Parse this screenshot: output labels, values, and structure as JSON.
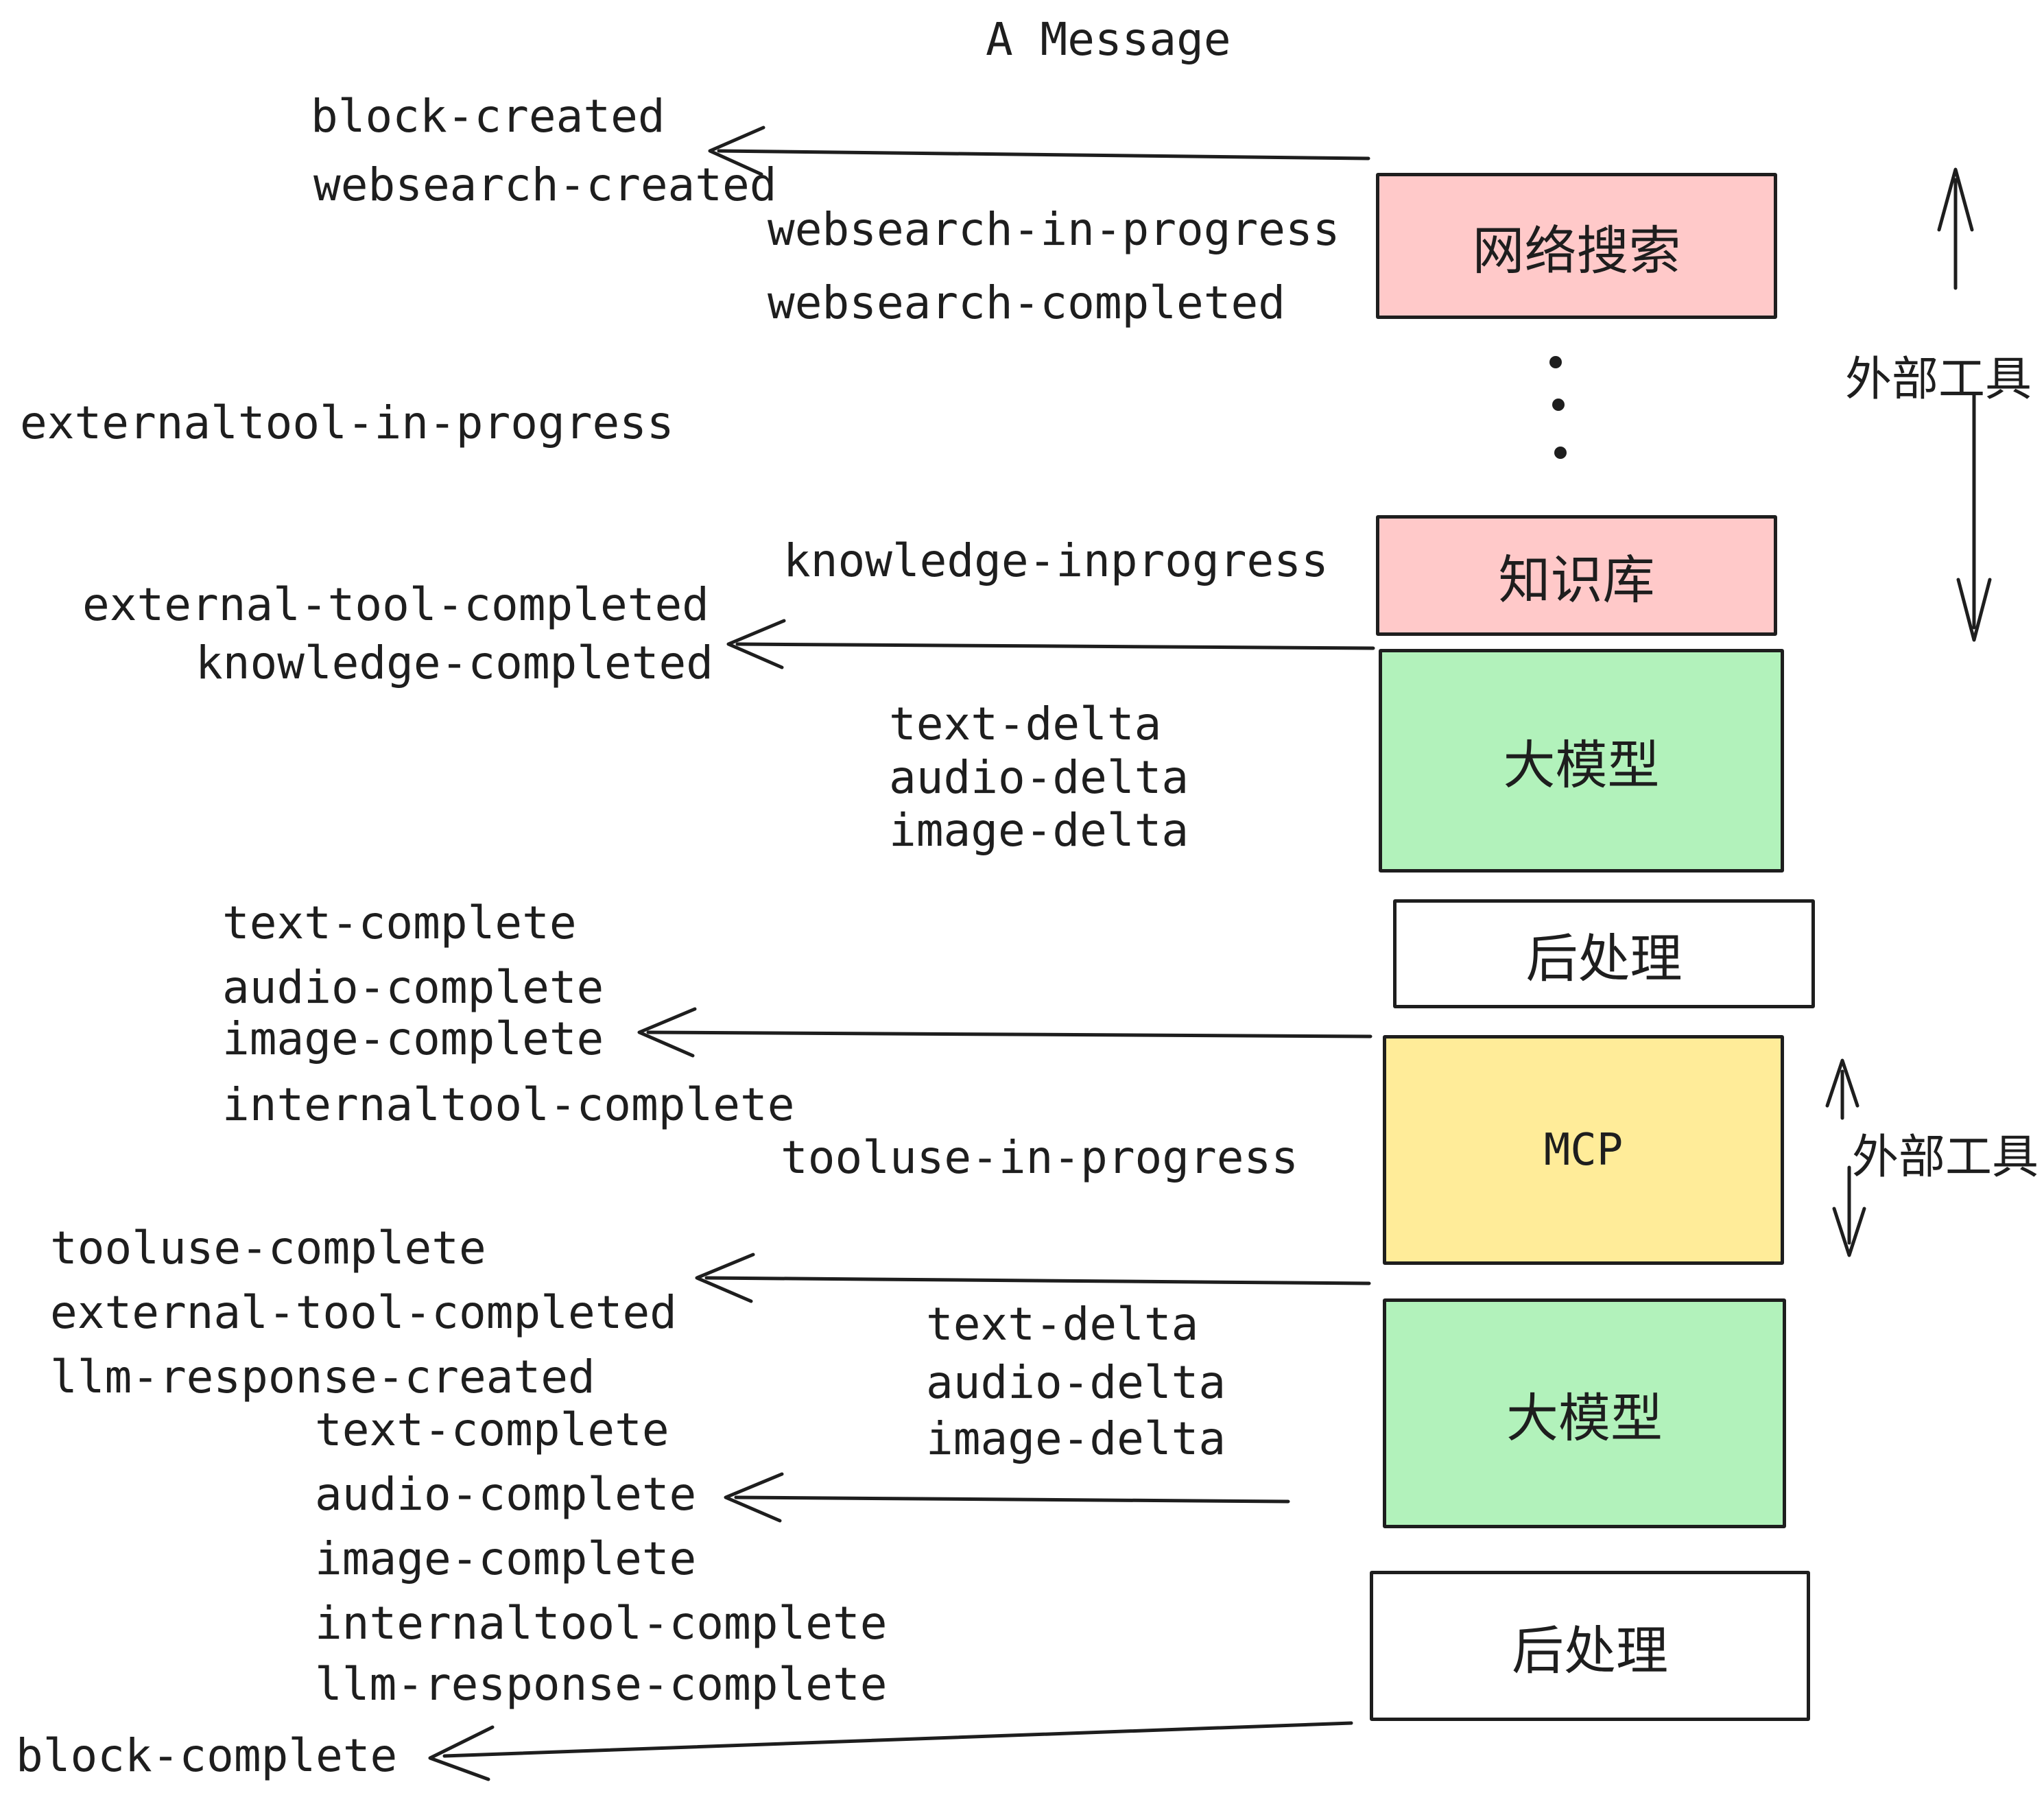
{
  "title": "A Message",
  "colors": {
    "pink": "#ffc9c9",
    "green": "#b2f2bb",
    "yellow": "#ffec99",
    "ink": "#1e1e1e",
    "background": "#ffffff"
  },
  "boxes": {
    "websearch": "网络搜索",
    "knowledge": "知识库",
    "llm1": "大模型",
    "post1": "后处理",
    "mcp": "MCP",
    "llm2": "大模型",
    "post2": "后处理"
  },
  "side_labels": {
    "external_tools_top": "外部工具",
    "external_tools_bottom": "外部工具"
  },
  "events": {
    "block_created": "block-created",
    "websearch_created": "websearch-created",
    "websearch_in_progress": "websearch-in-progress",
    "websearch_completed": "websearch-completed",
    "externaltool_in_progress": "externaltool-in-progress",
    "knowledge_inprogress": "knowledge-inprogress",
    "external_tool_completed_1": "external-tool-completed",
    "knowledge_completed": "knowledge-completed",
    "text_delta_1": "text-delta",
    "audio_delta_1": "audio-delta",
    "image_delta_1": "image-delta",
    "text_complete_1": "text-complete",
    "audio_complete_1": "audio-complete",
    "image_complete_1": "image-complete",
    "internaltool_complete_1": "internaltool-complete",
    "tooluse_in_progress": "tooluse-in-progress",
    "tooluse_complete": "tooluse-complete",
    "external_tool_completed_2": "external-tool-completed",
    "llm_response_created": "llm-response-created",
    "text_delta_2": "text-delta",
    "audio_delta_2": "audio-delta",
    "image_delta_2": "image-delta",
    "text_complete_2": "text-complete",
    "audio_complete_2": "audio-complete",
    "image_complete_2": "image-complete",
    "internaltool_complete_2": "internaltool-complete",
    "llm_response_complete": "llm-response-complete",
    "block_complete": "block-complete"
  }
}
